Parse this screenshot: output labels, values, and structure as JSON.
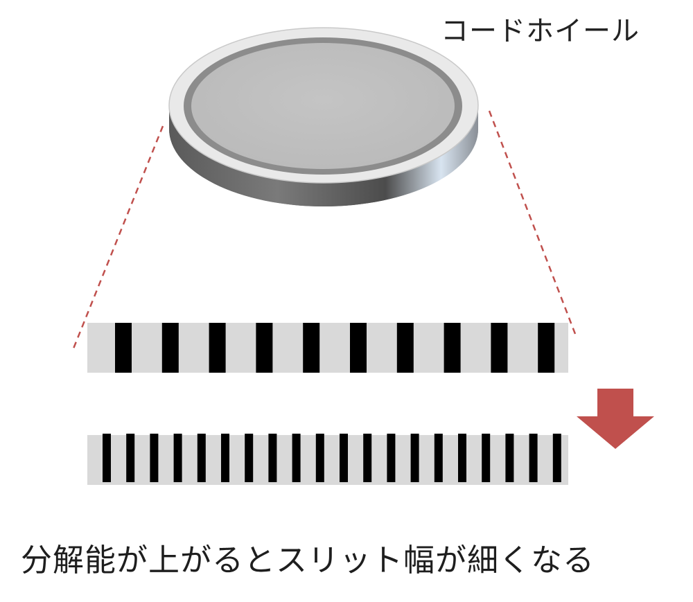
{
  "labels": {
    "code_wheel": "コードホイール",
    "caption": "分解能が上がるとスリット幅が細くなる"
  },
  "strips": {
    "low_resolution": {
      "slit_count": 10
    },
    "high_resolution": {
      "slit_count": 20
    }
  },
  "colors": {
    "strip_background": "#d9d9d9",
    "slit": "#000000",
    "guide_line": "#c0504d",
    "arrow": "#c0504d",
    "wheel_face": "#c0c0c0",
    "wheel_ring": "#8c8c8c",
    "wheel_rim": "#e9e9e9"
  },
  "icons": {
    "arrow": "arrow-down-icon"
  }
}
